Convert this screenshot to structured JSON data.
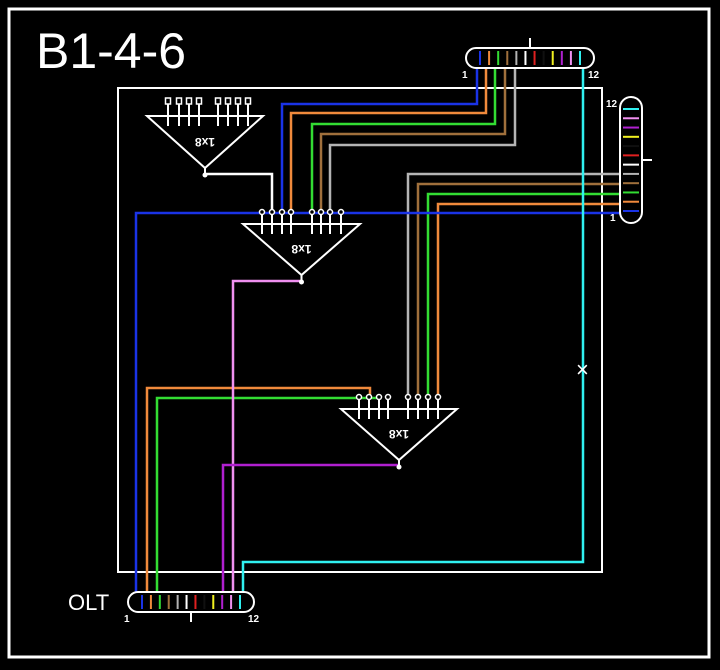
{
  "title": "B1-4-6",
  "olt_label": "OLT",
  "splitter_label": "1x8",
  "port_start": "1",
  "port_end": "12",
  "colors": {
    "blue": "#1a33e6",
    "orange": "#f08a3c",
    "green": "#33dd33",
    "brown": "#a0703c",
    "gray": "#b4b4b4",
    "white": "#ffffff",
    "red": "#e02020",
    "black": "#101010",
    "yellow": "#f0f020",
    "violet": "#b020d0",
    "rose": "#f090f0",
    "aqua": "#30f0f0"
  },
  "fiber_sequence": [
    "blue",
    "orange",
    "green",
    "brown",
    "gray",
    "white",
    "red",
    "black",
    "yellow",
    "violet",
    "rose",
    "aqua"
  ],
  "break_marker": "×"
}
